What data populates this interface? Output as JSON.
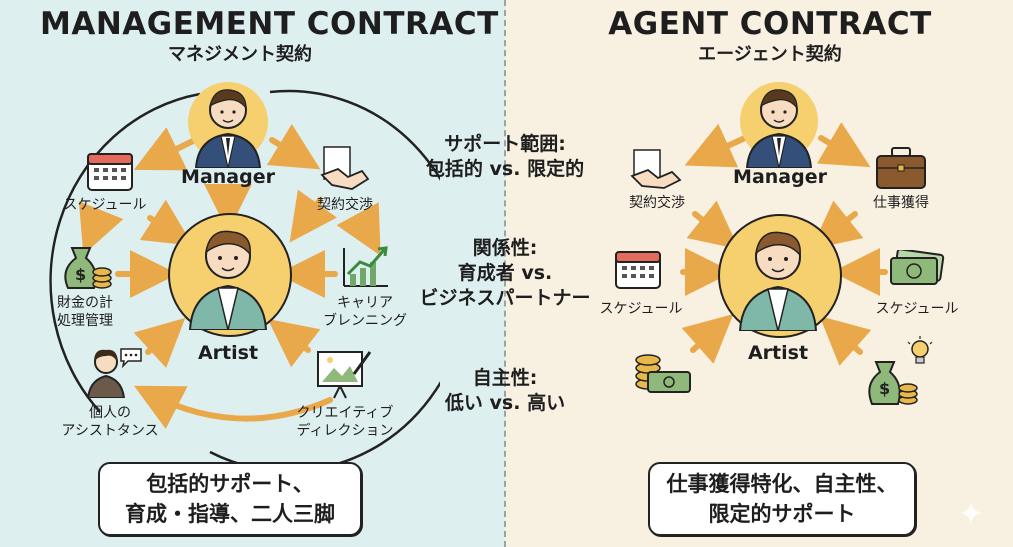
{
  "left": {
    "title": "MANAGEMENT CONTRACT",
    "subtitle": "マネジメント契約",
    "manager_label": "Manager",
    "artist_label": "Artist",
    "items": {
      "schedule": "スケジュール",
      "contract": "契約交渉",
      "finance_1": "財金の計",
      "finance_2": "処理管理",
      "career_1": "キャリア",
      "career_2": "ブレンニング",
      "assistant_1": "個人の",
      "assistant_2": "アシストタンス",
      "creative_1": "クリエイティブ",
      "creative_2": "ディレクション"
    },
    "summary_1": "包括的サポート、",
    "summary_2": "育成・指導、二人三脚"
  },
  "center": {
    "support_1": "サポート範囲:",
    "support_2": "包括的 vs. 限定的",
    "relation_1": "関係性:",
    "relation_2": "育成者 vs.",
    "relation_3": "ビジネスパートナー",
    "autonomy_1": "自主性:",
    "autonomy_2": "低い vs. 高い"
  },
  "right": {
    "title": "AGENT CONTRACT",
    "subtitle": "エージェント契約",
    "manager_label": "Manager",
    "artist_label": "Artist",
    "items": {
      "contract": "契約交渉",
      "job": "仕事獲得",
      "schedule_left": "スケジュール",
      "schedule_right": "スケジュール"
    },
    "summary_1": "仕事獲得特化、自主性、",
    "summary_2": "限定的サポート"
  },
  "colors": {
    "left_bg": "#deeff0",
    "right_bg": "#f8f1e2",
    "arrow": "#e9a94b",
    "halo": "#f6cf6e",
    "suit": "#34507a",
    "jacket": "#7fb7a9"
  },
  "icons": [
    "calendar-icon",
    "handshake-icon",
    "money-bag-icon",
    "growth-chart-icon",
    "assistant-person-icon",
    "speech-bubble-icon",
    "easel-icon",
    "briefcase-icon",
    "cash-icon",
    "lightbulb-icon"
  ]
}
